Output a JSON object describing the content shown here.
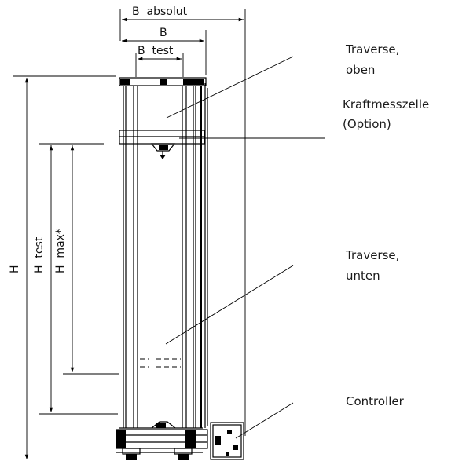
{
  "dimensions": {
    "b_absolut": "B  absolut",
    "b": "B",
    "b_test": "B  test",
    "h": "H",
    "h_test": "H  test",
    "h_max": "H  max*"
  },
  "callouts": {
    "traverse_oben": [
      "Traverse,",
      "oben"
    ],
    "kraftmesszelle": [
      "Kraftmesszelle",
      "(Option)"
    ],
    "traverse_unten": [
      "Traverse,",
      "unten"
    ],
    "controller": "Controller"
  },
  "colors": {
    "line": "#000000",
    "text": "#1a1a1a"
  }
}
